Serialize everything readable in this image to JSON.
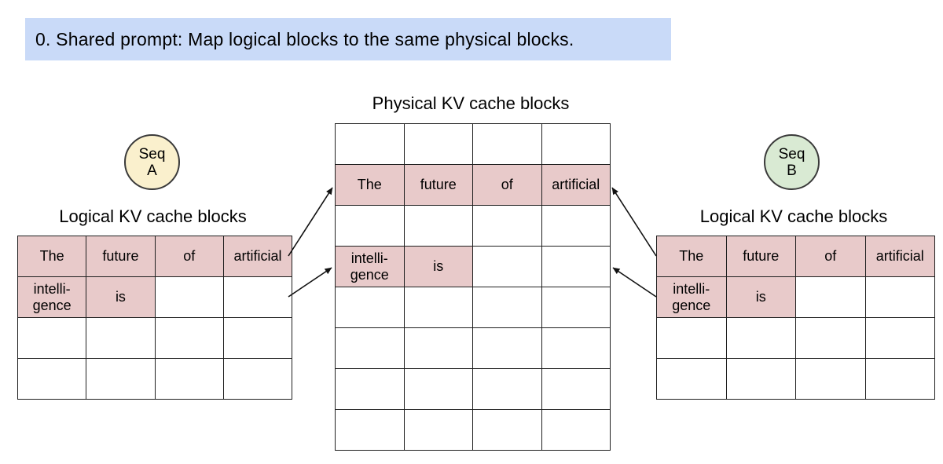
{
  "colors": {
    "banner_bg": "#c9daf8",
    "cell_fill": "#e8caca",
    "seq_a_bg": "#faf0cd",
    "seq_b_bg": "#d9ead3",
    "border": "#1f1f1f"
  },
  "banner": {
    "text": "0. Shared prompt: Map logical blocks to the same physical blocks."
  },
  "physical_blocks": {
    "title": "Physical KV cache blocks",
    "rows": [
      [
        "",
        "",
        "",
        ""
      ],
      [
        "The",
        "future",
        "of",
        "artificial"
      ],
      [
        "",
        "",
        "",
        ""
      ],
      [
        "intelli-\ngence",
        "is",
        "",
        ""
      ],
      [
        "",
        "",
        "",
        ""
      ],
      [
        "",
        "",
        "",
        ""
      ],
      [
        "",
        "",
        "",
        ""
      ],
      [
        "",
        "",
        "",
        ""
      ]
    ]
  },
  "sequence_a": {
    "badge": "Seq\nA",
    "table_title": "Logical KV cache blocks",
    "rows": [
      [
        "The",
        "future",
        "of",
        "artificial"
      ],
      [
        "intelli-\ngence",
        "is",
        "",
        ""
      ],
      [
        "",
        "",
        "",
        ""
      ],
      [
        "",
        "",
        "",
        ""
      ]
    ]
  },
  "sequence_b": {
    "badge": "Seq\nB",
    "table_title": "Logical KV cache blocks",
    "rows": [
      [
        "The",
        "future",
        "of",
        "artificial"
      ],
      [
        "intelli-\ngence",
        "is",
        "",
        ""
      ],
      [
        "",
        "",
        "",
        ""
      ],
      [
        "",
        "",
        "",
        ""
      ]
    ]
  }
}
